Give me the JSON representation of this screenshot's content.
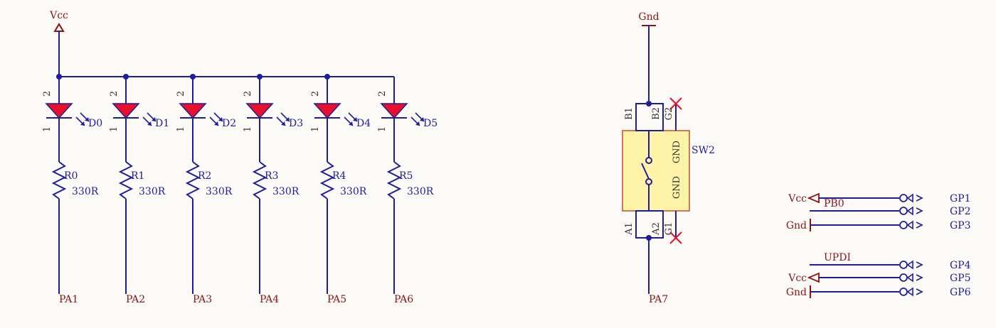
{
  "vcc_label": "Vcc",
  "gnd_label": "Gnd",
  "led_pin_top": "2",
  "led_pin_bottom": "1",
  "resistor_value": "330R",
  "leds": [
    {
      "designator": "D0",
      "resistor": "R0",
      "net": "PA1"
    },
    {
      "designator": "D1",
      "resistor": "R1",
      "net": "PA2"
    },
    {
      "designator": "D2",
      "resistor": "R2",
      "net": "PA3"
    },
    {
      "designator": "D3",
      "resistor": "R3",
      "net": "PA4"
    },
    {
      "designator": "D4",
      "resistor": "R4",
      "net": "PA5"
    },
    {
      "designator": "D5",
      "resistor": "R5",
      "net": "PA6"
    }
  ],
  "switch": {
    "designator": "SW2",
    "net_top": "Gnd",
    "net_bottom": "PA7",
    "pin_b1": "B1",
    "pin_b2": "B2",
    "pin_g2": "G2",
    "pin_a1": "A1",
    "pin_a2": "A2",
    "pin_g1": "G1",
    "gnd_text_upper": "GND",
    "gnd_text_lower": "GND"
  },
  "header_rows": [
    {
      "net": "Vcc",
      "kind": "vcc",
      "port": "GP1"
    },
    {
      "net": "PB0",
      "kind": "label",
      "port": "GP2"
    },
    {
      "net": "Gnd",
      "kind": "gnd",
      "port": "GP3"
    },
    {
      "net": "UPDI",
      "kind": "label",
      "port": "GP4"
    },
    {
      "net": "Vcc",
      "kind": "vcc",
      "port": "GP5"
    },
    {
      "net": "Gnd",
      "kind": "gnd",
      "port": "GP6"
    }
  ],
  "colors": {
    "wire": "#1e1e9a",
    "led_fill": "#e8102a",
    "label_red": "#8b1414",
    "switch_body": "#fff3a8",
    "switch_border": "#c0502a",
    "no_connect": "#e8102a"
  }
}
